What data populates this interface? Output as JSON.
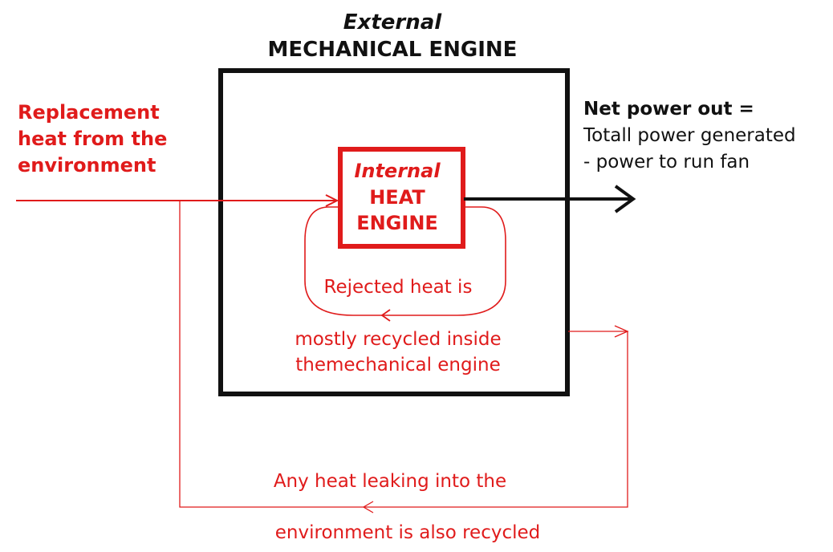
{
  "colors": {
    "red": "#e01b1b",
    "black": "#111111"
  },
  "outer_box": {
    "title_line1": "External",
    "title_line2": "MECHANICAL ENGINE"
  },
  "inner_box": {
    "title_line1": "Internal",
    "title_line2": "HEAT",
    "title_line3": "ENGINE"
  },
  "input": {
    "line1": "Replacement",
    "line2": "heat from the",
    "line3": "environment"
  },
  "output": {
    "line1": "Net power out =",
    "line2": "Totall power generated",
    "line3": "- power to run fan"
  },
  "recycle_inner": {
    "line1": "Rejected heat is",
    "line2": "mostly recycled inside",
    "line3": "themechanical engine"
  },
  "recycle_outer": {
    "line1": "Any heat leaking into the",
    "line2": "environment is also recycled"
  }
}
